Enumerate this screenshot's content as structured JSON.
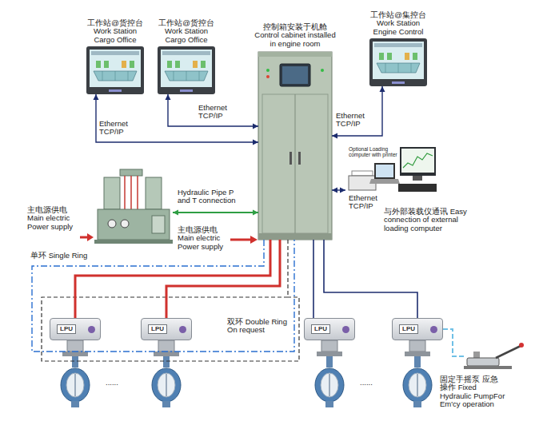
{
  "diagram": {
    "nodes": [
      {
        "text": [
          "工作站@货控台 Work Station Cargo Office"
        ]
      },
      {
        "text": [
          "工作站@货控台 Work Station Cargo Office"
        ]
      },
      {
        "text": [
          "控制箱安装于机舱 Control cabinet installed in engine room"
        ]
      },
      {
        "text": [
          "工作站@集控台 Work Station Engine Control"
        ]
      },
      {
        "text": [
          "Optional Loading computer with printer",
          "与外部装载仪通讯 Easy connection of external loading computer"
        ]
      },
      {
        "text": [
          "主电源供电 Main electric Power supply"
        ]
      },
      {
        "text": [
          "LPU"
        ]
      },
      {
        "text": [
          "LPU"
        ]
      },
      {
        "text": [
          "LPU"
        ]
      },
      {
        "text": [
          "LPU"
        ]
      },
      {
        "text": [
          "固定手摇泵 应急操作 Fixed Hydraulic PumpFor Em'cy operation"
        ]
      }
    ],
    "edges": [
      {
        "from": 0,
        "to": 2,
        "arrow": "both",
        "label": "Ethernet TCP/IP"
      },
      {
        "from": 1,
        "to": 2,
        "arrow": "both",
        "label": "Ethernet TCP/IP"
      },
      {
        "from": 3,
        "to": 2,
        "arrow": "both",
        "label": "Ethernet TCP/IP"
      },
      {
        "from": 4,
        "to": 2,
        "arrow": "both",
        "label": "Ethernet TCP/IP"
      },
      {
        "from": 5,
        "to": 2,
        "arrow": "both",
        "label": "Hydraulic Pipe P and T connection"
      },
      {
        "from": 2,
        "to": 6,
        "arrow": "none"
      },
      {
        "from": 2,
        "to": 7,
        "arrow": "none"
      },
      {
        "from": 2,
        "to": 8,
        "arrow": "none"
      },
      {
        "from": 2,
        "to": 9,
        "arrow": "none"
      },
      {
        "from": 10,
        "to": 9,
        "arrow": "none"
      }
    ],
    "labels": [
      "主电源供电 Main electric Power supply",
      "单环 Single Ring",
      "双环 Double Ring On request",
      "......",
      "......"
    ]
  }
}
